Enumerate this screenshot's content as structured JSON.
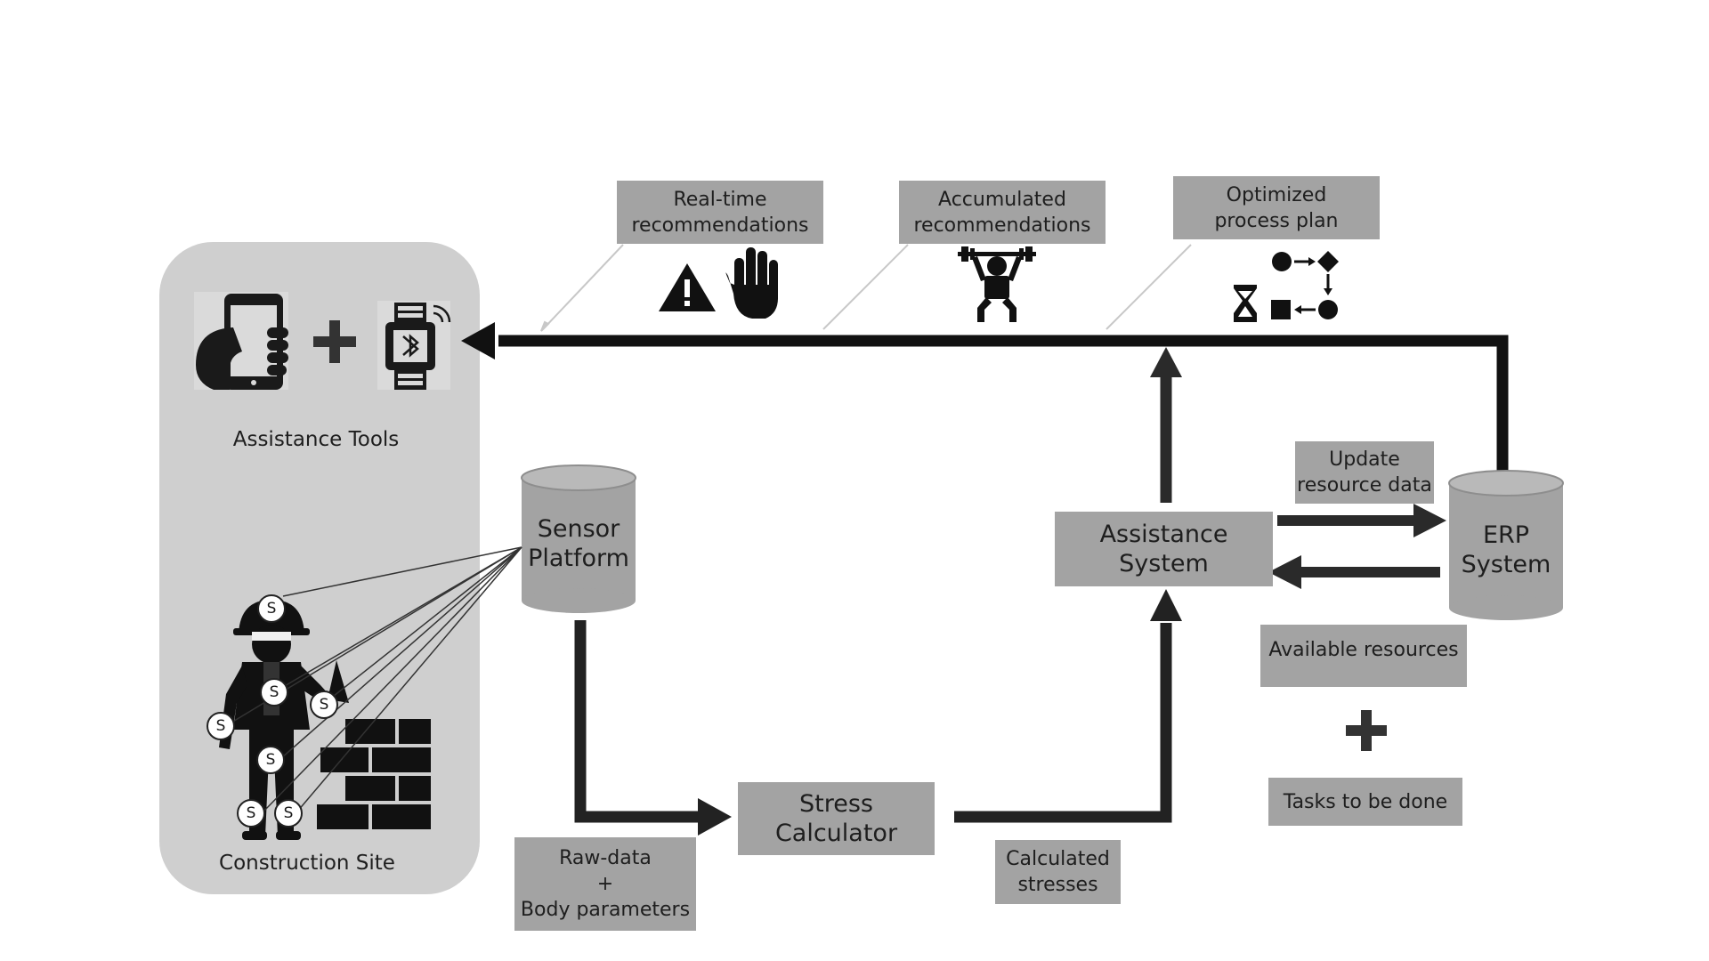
{
  "labels": {
    "assistance_tools": "Assistance Tools",
    "construction_site": "Construction Site",
    "sensor_platform": "Sensor\nPlatform",
    "erp_system": "ERP\nSystem",
    "assistance_system": "Assistance System",
    "stress_calculator": "Stress\nCalculator",
    "realtime_recommendations": "Real-time\nrecommendations",
    "accumulated_recommendations": "Accumulated\nrecommendations",
    "optimized_process_plan": "Optimized\nprocess plan",
    "update_resource_data": "Update\nresource data",
    "available_resources": "Available resources",
    "tasks_to_be_done": "Tasks to be done",
    "raw_data": "Raw-data\n+\nBody parameters",
    "calculated_stresses": "Calculated\nstresses",
    "sensor_mark": "S"
  },
  "icons": [
    "smartphone-hand-icon",
    "plus-icon",
    "smartwatch-bluetooth-icon",
    "warning-icon",
    "stop-hand-icon",
    "weightlifter-icon",
    "process-flow-icon",
    "worker-with-sensors-icon",
    "brick-wall-icon"
  ]
}
